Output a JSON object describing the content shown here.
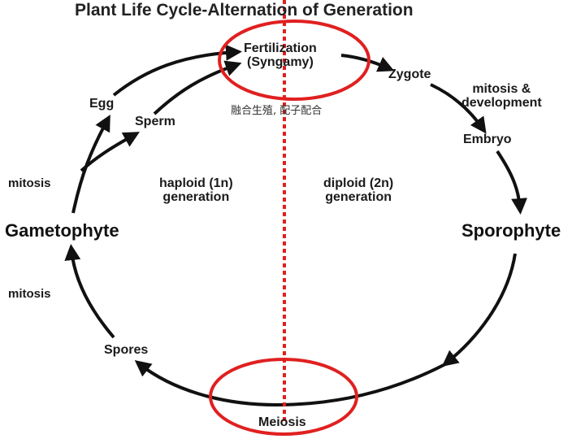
{
  "title": "Plant Life Cycle-Alternation of Generation",
  "labels": {
    "fertilization": "Fertilization\n(Syngamy)",
    "chinese_annotation": "融合生殖, 配子配合",
    "zygote": "Zygote",
    "mitosis_development": "mitosis &\ndevelopment",
    "embryo": "Embryo",
    "sporophyte": "Sporophyte",
    "meiosis": "Meiosis",
    "spores": "Spores",
    "mitosis_lower": "mitosis",
    "gametophyte": "Gametophyte",
    "mitosis_upper": "mitosis",
    "egg": "Egg",
    "sperm": "Sperm",
    "haploid": "haploid (1n)\ngeneration",
    "diploid": "diploid (2n)\ngeneration"
  },
  "colors": {
    "highlight": "#e02020",
    "arrow": "#111111",
    "text": "#1a1a1a"
  }
}
